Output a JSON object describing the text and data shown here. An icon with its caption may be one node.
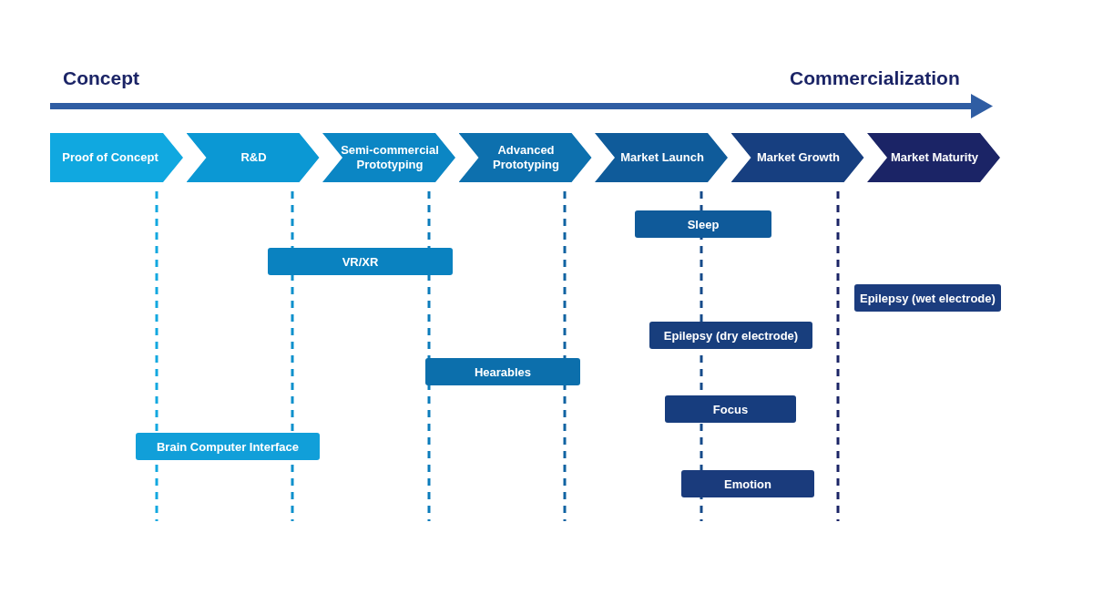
{
  "diagram": {
    "nodes": [
      {
        "text": [
          "Proof of Concept"
        ]
      },
      {
        "text": [
          "R&D"
        ]
      },
      {
        "text": [
          "Semi-commercial Prototyping"
        ]
      },
      {
        "text": [
          "Advanced Prototyping"
        ]
      },
      {
        "text": [
          "Market Launch"
        ]
      },
      {
        "text": [
          "Market Growth"
        ]
      },
      {
        "text": [
          "Market Maturity"
        ]
      },
      {
        "text": [
          "Sleep"
        ]
      },
      {
        "text": [
          "VR/XR"
        ]
      },
      {
        "text": [
          "Epilepsy (wet electrode)"
        ]
      },
      {
        "text": [
          "Epilepsy (dry electrode)"
        ]
      },
      {
        "text": [
          "Hearables"
        ]
      },
      {
        "text": [
          "Focus"
        ]
      },
      {
        "text": [
          "Brain Computer Interface"
        ]
      },
      {
        "text": [
          "Emotion"
        ]
      }
    ],
    "labels": [
      "Concept",
      "Commercialization"
    ]
  }
}
